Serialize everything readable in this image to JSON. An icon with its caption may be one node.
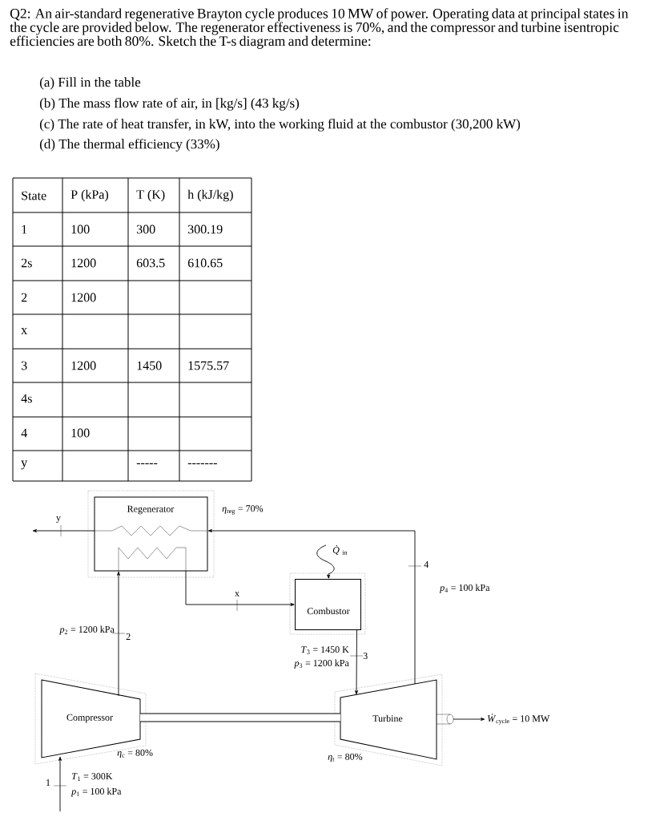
{
  "diagram": {
    "title": "Q2: An air-standard regenerative Brayton cycle produces 10 MW of power. Operating data at principal states in the cycle are provided below. The regenerator effectiveness is 70%, and the compressor and turbine isentropic efficiencies are both 80%. Sketch the T-s diagram and determine:",
    "nodes": [
      {
        "text": [
          "Regenerator"
        ],
        "beside": [
          "*η*$_{reg}$ = 70%"
        ]
      },
      {
        "text": [
          "Combustor"
        ]
      },
      {
        "text": [
          "Compressor"
        ]
      },
      {
        "text": [
          "Turbine"
        ]
      }
    ],
    "edges": [
      {
        "from": 2,
        "to": 0,
        "arrow": "to"
      },
      {
        "from": 0,
        "to": 1,
        "arrow": "to"
      },
      {
        "from": 1,
        "to": 3,
        "arrow": "to"
      },
      {
        "from": 3,
        "to": 0,
        "arrow": "to"
      },
      {
        "from": 0,
        "to": null,
        "arrow": "to"
      },
      {
        "from": null,
        "to": 2,
        "arrow": "to"
      },
      {
        "from": null,
        "to": 1,
        "arrow": "to",
        "label": "*Q̇*$_{in}$"
      },
      {
        "from": 3,
        "to": null,
        "arrow": "to",
        "label": "*Ẇ*$_{cycle}$ = 10 MW"
      },
      {
        "from": 2,
        "to": 3,
        "arrow": "none",
        "style": "thick"
      }
    ],
    "labels": [
      "(a) Fill in the table",
      "(b) The mass flow rate of air, in [kg/s] (43 kg/s)",
      "(c) The rate of heat transfer, in kW, into the working fluid at the combustor (30,200 kW)",
      "(d) The thermal efficiency (33%)",
      "State",
      "P (kPa)",
      "T (K)",
      "h (kJ/kg)",
      "1",
      "100",
      "300",
      "300.19",
      "2s",
      "1200",
      "603.5",
      "610.65",
      "2",
      "1200",
      "x",
      "3",
      "1200",
      "1450",
      "1575.57",
      "4s",
      "4",
      "100",
      "y",
      "-----",
      "-------",
      "y",
      "4",
      "*p*$_{4}$ = 100 kPa",
      "x",
      "*p*$_{2}$ = 1200 kPa",
      "2",
      "*T*$_{3}$ = 1450 K",
      "*p*$_{3}$ = 1200 kPa",
      "3",
      "*η*$_{c}$ = 80%",
      "*η*$_{t}$ = 80%",
      "1",
      "*T*$_{1}$ = 300K",
      "*p*$_{1}$ = 100 kPa"
    ]
  }
}
